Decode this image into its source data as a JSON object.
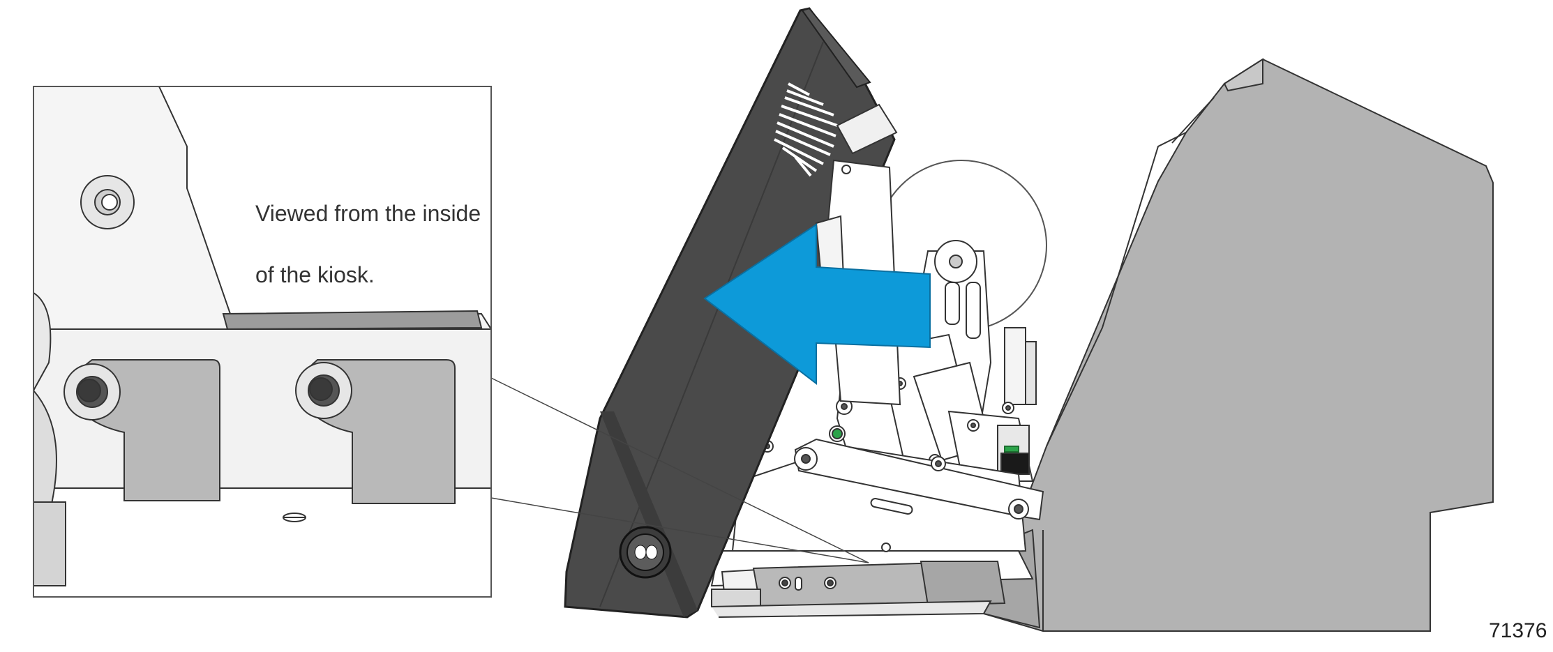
{
  "callout": {
    "text_line1": "Viewed from the inside",
    "text_line2": "of the kiosk."
  },
  "figure": {
    "number": "71376"
  },
  "colors": {
    "arrow": "#0d9ad9",
    "panel_dark": "#4a4a4a",
    "housing_gray": "#b3b3b3",
    "bracket_gray": "#b9b9b9"
  },
  "icons": {
    "direction_arrow": "arrow-left-icon"
  }
}
